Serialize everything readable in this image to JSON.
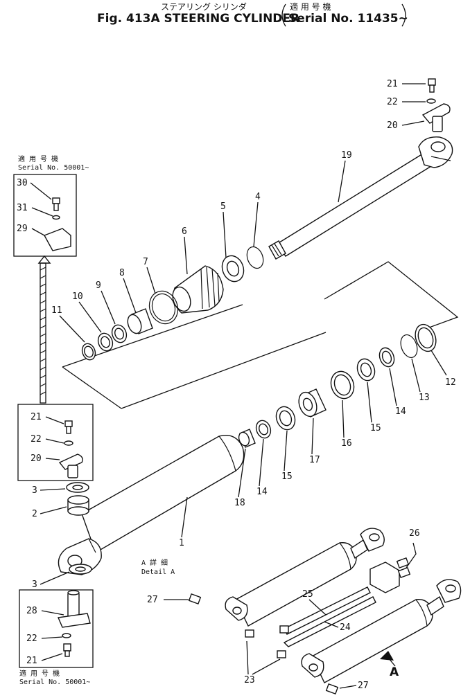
{
  "title": {
    "jp": "ステアリング シリンダ",
    "en": "Fig. 413A STEERING CYLINDER",
    "serial_jp": "適 用 号 機",
    "serial": "Serial No. 11435~"
  },
  "inset_top": {
    "header_jp": "適 用 号 機",
    "header": "Serial No. 50001~",
    "labels": [
      "30",
      "31",
      "29"
    ]
  },
  "inset_mid": {
    "labels": [
      "21",
      "22",
      "20"
    ]
  },
  "inset_bottom": {
    "labels": [
      "28",
      "22",
      "21"
    ],
    "footer_jp": "適 用 号 機",
    "footer": "Serial No. 50001~"
  },
  "detail": {
    "jp": "A 詳 細",
    "en": "Detail A",
    "arrow_label": "A"
  },
  "callouts": {
    "c21_top": "21",
    "c22_top": "22",
    "c20_top": "20",
    "c19": "19",
    "c4": "4",
    "c5": "5",
    "c6": "6",
    "c7": "7",
    "c8": "8",
    "c9": "9",
    "c10": "10",
    "c11": "11",
    "c12": "12",
    "c13": "13",
    "c14a": "14",
    "c15a": "15",
    "c16": "16",
    "c17": "17",
    "c15b": "15",
    "c14b": "14",
    "c18": "18",
    "c1": "1",
    "c3a": "3",
    "c2": "2",
    "c3b": "3",
    "c26": "26",
    "c27a": "27",
    "c25": "25",
    "c24": "24",
    "c23": "23",
    "c27b": "27"
  }
}
